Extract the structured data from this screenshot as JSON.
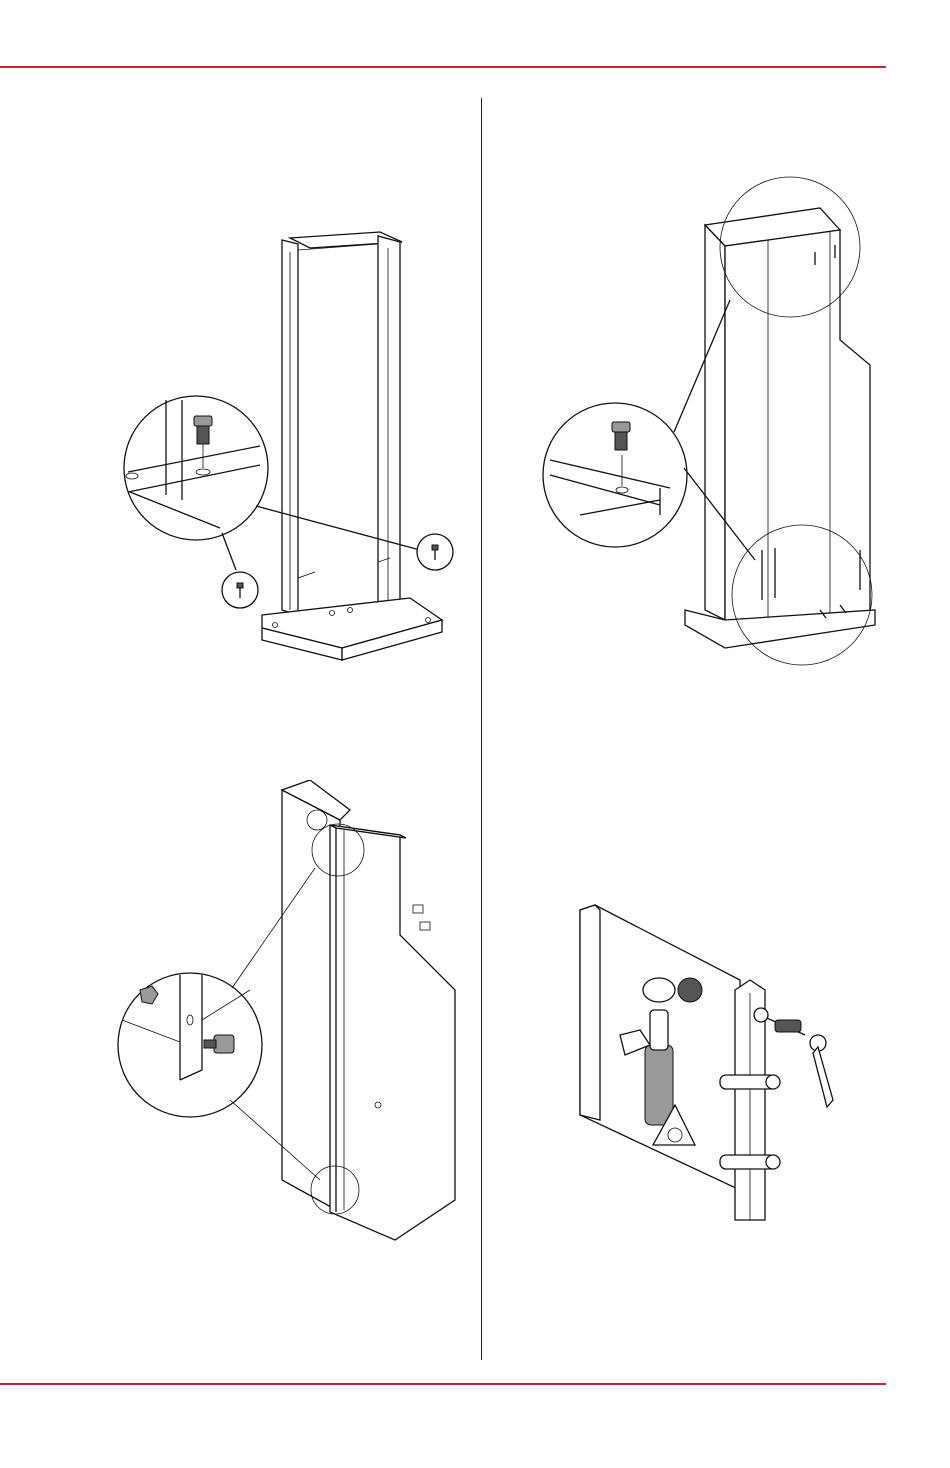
{
  "page": {
    "accent_color": "#c8252c",
    "line_color": "#222222"
  },
  "figures": [
    {
      "id": "fig-1",
      "icon": "column-frame-bolt-assembly-illustration"
    },
    {
      "id": "fig-2",
      "icon": "column-cover-screws-illustration"
    },
    {
      "id": "fig-3",
      "icon": "column-panel-nut-bolt-illustration"
    },
    {
      "id": "fig-4",
      "icon": "arm-bracket-clamp-lever-illustration"
    }
  ]
}
